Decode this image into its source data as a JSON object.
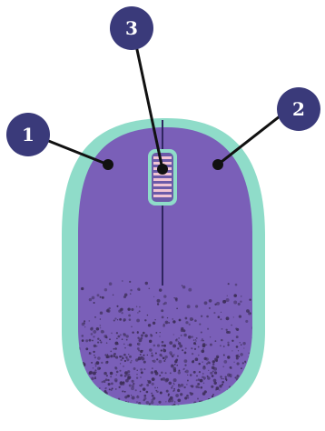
{
  "colors": {
    "background": "#ffffff",
    "mouse_outline": "#8fdcc9",
    "mouse_body": "#7a5fb8",
    "speckle": "#3e2f5a",
    "scroll_wheel_stripes": "#f2c4d4",
    "callout_fill": "#3a3a7a",
    "leader_line": "#111111"
  },
  "callouts": [
    {
      "id": "left-button",
      "number": "1"
    },
    {
      "id": "right-button",
      "number": "2"
    },
    {
      "id": "scroll-wheel",
      "number": "3"
    }
  ]
}
